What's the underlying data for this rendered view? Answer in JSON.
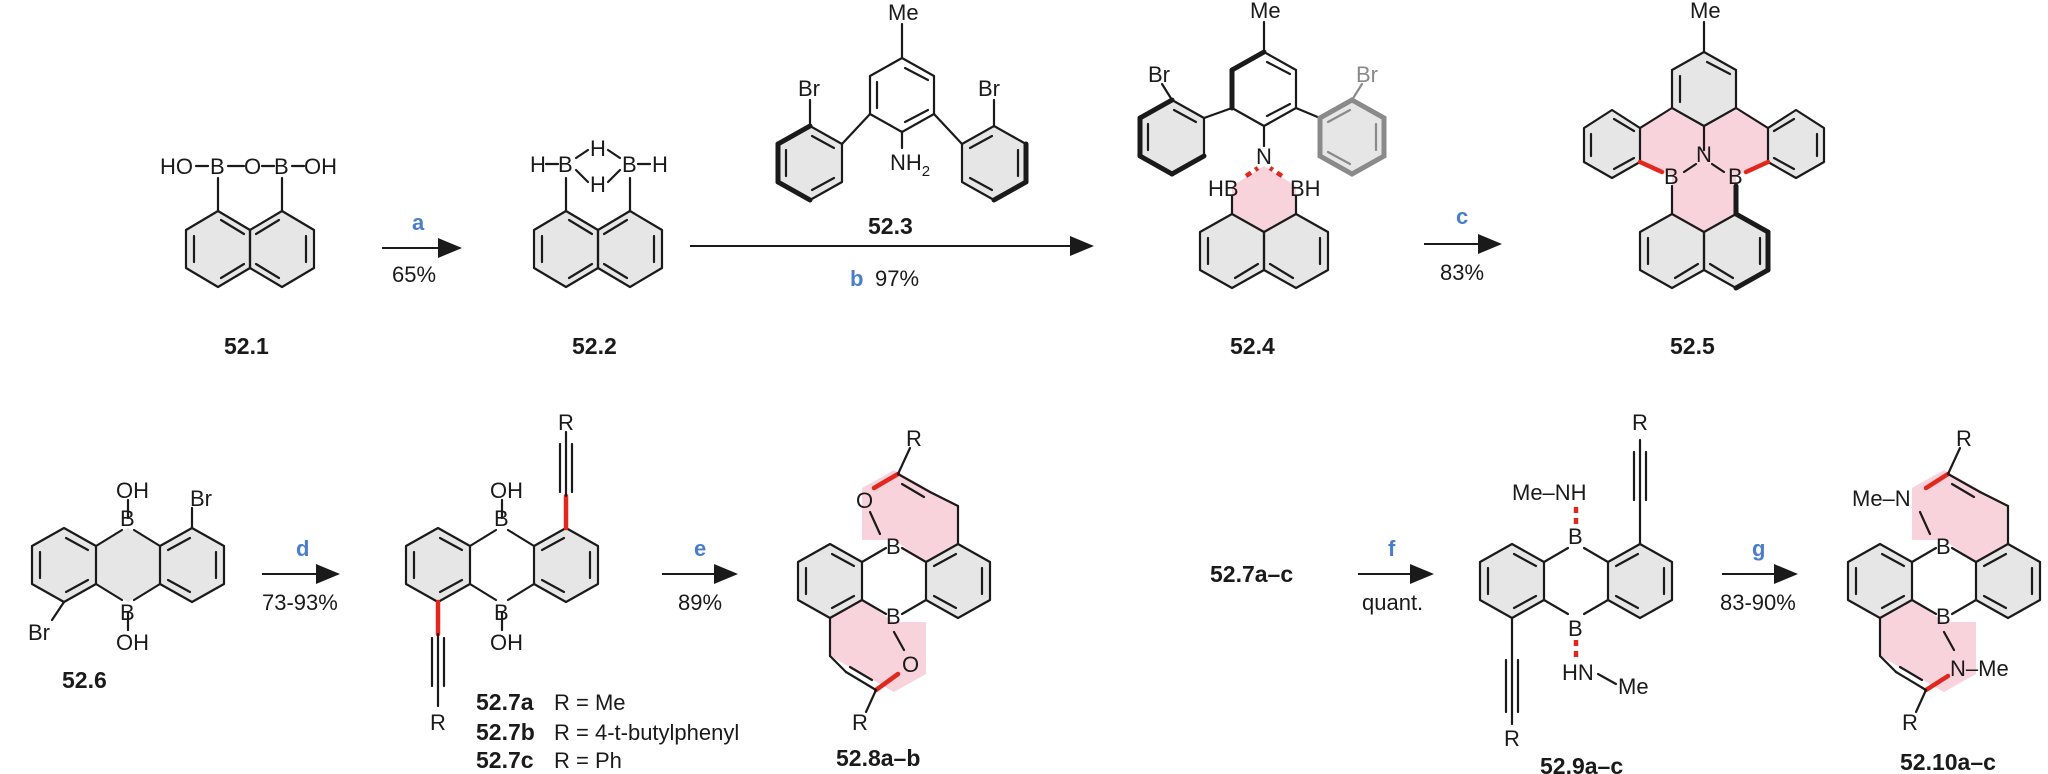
{
  "steps": {
    "a": {
      "letter": "a",
      "yield": "65%"
    },
    "b": {
      "letter": "b",
      "yield": "97%"
    },
    "c": {
      "letter": "c",
      "yield": "83%"
    },
    "d": {
      "letter": "d",
      "yield": "73-93%"
    },
    "e": {
      "letter": "e",
      "yield": "89%"
    },
    "f": {
      "letter": "f",
      "yield": "quant."
    },
    "g": {
      "letter": "g",
      "yield": "83-90%"
    }
  },
  "compounds": {
    "c521": "52.1",
    "c522": "52.2",
    "c523": "52.3",
    "c524": "52.4",
    "c525": "52.5",
    "c526": "52.6",
    "c528": "52.8a–b",
    "c527start": "52.7a–c",
    "c529": "52.9a–c",
    "c5210": "52.10a–c"
  },
  "r_legend": [
    {
      "id": "52.7a",
      "r": "R = Me"
    },
    {
      "id": "52.7b",
      "r": "R = 4-t-butylphenyl"
    },
    {
      "id": "52.7c",
      "r": "R = Ph"
    }
  ],
  "atoms": {
    "HO": "HO",
    "OH": "OH",
    "O": "O",
    "B": "B",
    "H": "H",
    "Br": "Br",
    "Me": "Me",
    "N": "N",
    "NH2": "NH",
    "sub2": "2",
    "HB": "HB",
    "BH": "BH",
    "R": "R",
    "MeNH": "Me–NH",
    "HN": "HN",
    "MeN": "Me–N",
    "NMe": "N–Me"
  },
  "colors": {
    "accent": "#4a7ec9",
    "highlight_bond": "#e0281e",
    "ring_fill_pink": "#f9d3dc",
    "ring_fill_gray": "#e6e6e6"
  }
}
